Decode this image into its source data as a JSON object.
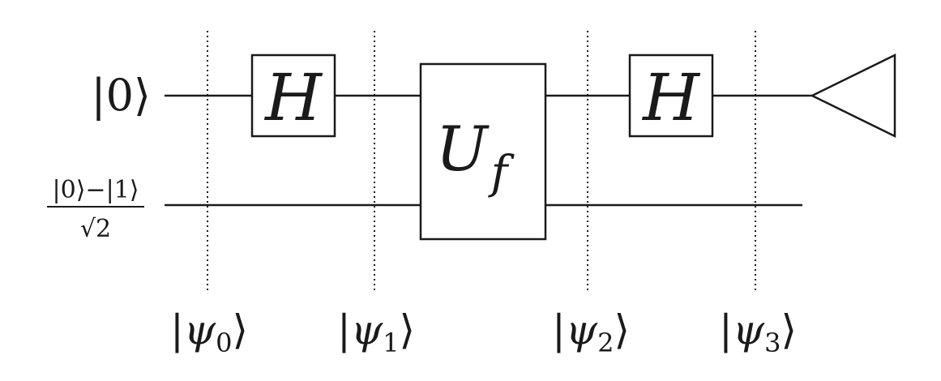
{
  "title": "Quantum circuit with Hadamard gates, oracle and measurement",
  "colors": {
    "ink": "#1a1a1a",
    "background": "#ffffff"
  },
  "inputs": {
    "top": {
      "bra": "|",
      "value": "0",
      "ket": "⟩"
    },
    "bottom": {
      "numerator": "|0⟩−|1⟩",
      "radical": "√",
      "denominator": "2"
    }
  },
  "gates": {
    "h1": {
      "label": "H"
    },
    "oracle": {
      "label": "U",
      "subscript": "f"
    },
    "h2": {
      "label": "H"
    }
  },
  "measurement": {
    "icon": "meter-icon"
  },
  "states": [
    {
      "bar": "|",
      "symbol": "ψ",
      "index": "0",
      "ket": "⟩"
    },
    {
      "bar": "|",
      "symbol": "ψ",
      "index": "1",
      "ket": "⟩"
    },
    {
      "bar": "|",
      "symbol": "ψ",
      "index": "2",
      "ket": "⟩"
    },
    {
      "bar": "|",
      "symbol": "ψ",
      "index": "3",
      "ket": "⟩"
    }
  ]
}
